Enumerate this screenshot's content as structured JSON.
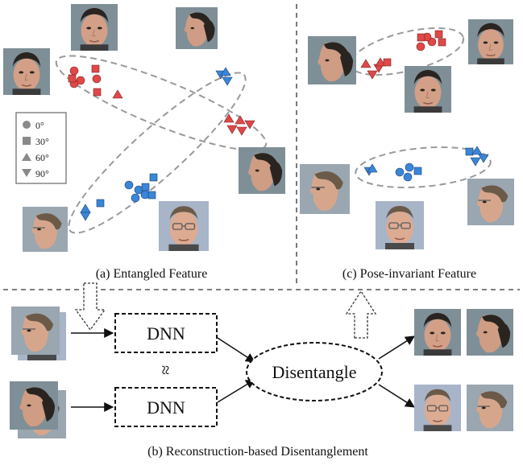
{
  "panels": {
    "a": {
      "caption": "(a) Entangled Feature"
    },
    "b": {
      "caption": "(b) Reconstruction-based Disentanglement"
    },
    "c": {
      "caption": "(c) Pose-invariant Feature"
    }
  },
  "legend": {
    "items": [
      {
        "shape": "circle",
        "label": "0°"
      },
      {
        "shape": "square",
        "label": "30°"
      },
      {
        "shape": "triangle-up",
        "label": "60°"
      },
      {
        "shape": "triangle-down",
        "label": "90°"
      }
    ]
  },
  "nodes": {
    "dnn_top": "DNN",
    "dnn_bottom": "DNN",
    "disentangle": "Disentangle",
    "approx": "≈"
  },
  "colors": {
    "identity_red": "#e04848",
    "identity_blue": "#3a86d8",
    "cluster_outline": "#9a9a9a",
    "divider": "#333333",
    "skin": "#d9a88a",
    "hair_dark": "#2a2420",
    "hair_light": "#6b5a48",
    "face_bg": "#8a9aa0"
  },
  "faces": {
    "person1": {
      "label": "person-asian-male",
      "bg": "#7f8f97"
    },
    "person2": {
      "label": "person-glasses-male",
      "bg": "#a8b4c8"
    }
  }
}
